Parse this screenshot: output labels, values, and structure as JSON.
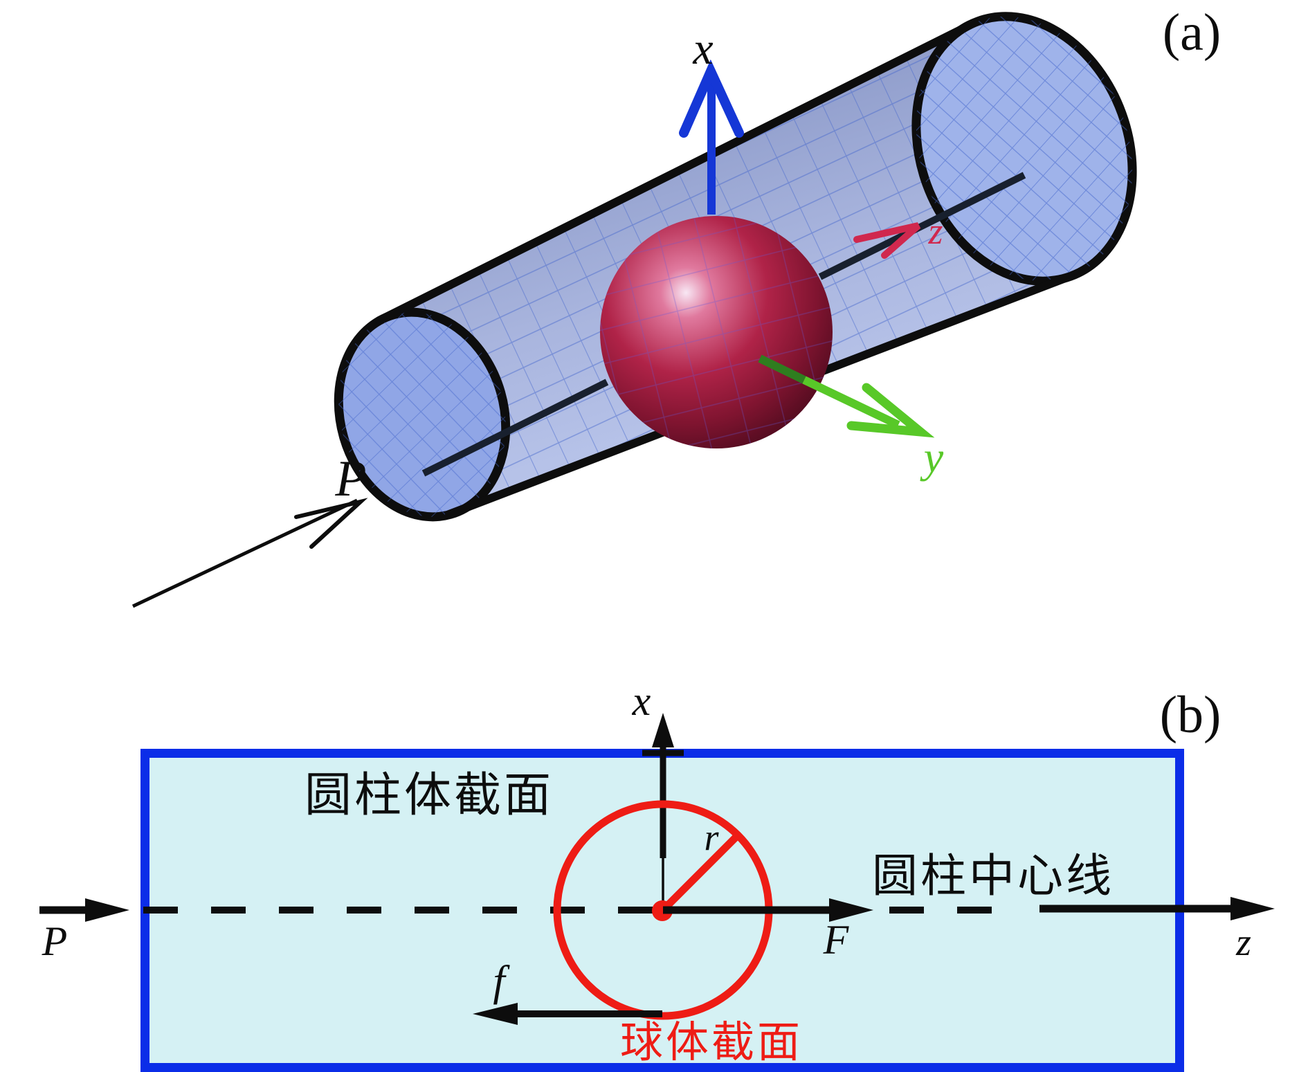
{
  "figure": {
    "panel_a": {
      "label": "(a)",
      "x_axis_label": "x",
      "y_axis_label": "y",
      "z_axis_label": "z",
      "pressure_label": "P",
      "colors": {
        "x_axis_blue": "#1537d6",
        "y_axis_green": "#58c828",
        "y_axis_green_dark": "#2f7d1f",
        "z_axis_red": "#d0284e",
        "outline_black": "#0d0d0d",
        "axis_line": "#18202e",
        "cylinder_body_dark": "#8694c4",
        "cylinder_body": "#a9b5de",
        "cylinder_body_light": "#c0ccf0",
        "cap_fill_left": "#90a6e6",
        "cap_fill_right": "#9fb3ea",
        "mesh_line": "#4466cc",
        "sphere_mesh_line": "#6458d8",
        "sphere_highlight": "#f8e7f4",
        "sphere_light": "#e0799e",
        "sphere_mid": "#b02348",
        "sphere_deep": "#801430",
        "sphere_dark": "#43091a"
      }
    },
    "panel_b": {
      "label": "(b)",
      "cylinder_section_text": "圆柱体截面",
      "centerline_text": "圆柱中心线",
      "sphere_section_text": "球体截面",
      "x_axis_label": "x",
      "z_axis_label": "z",
      "pressure_label": "P",
      "force_label": "F",
      "friction_label": "f",
      "radius_label": "r",
      "colors": {
        "border_blue": "#0b2de8",
        "fill_cyan": "#d5f1f4",
        "accent_red": "#ee1c15",
        "ink_black": "#0d0d0d"
      }
    }
  }
}
